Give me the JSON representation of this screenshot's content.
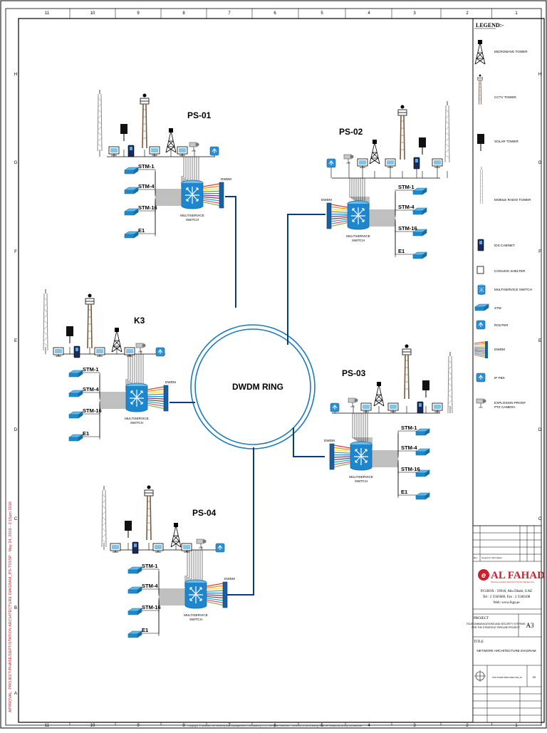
{
  "ring": {
    "label": "DWDM RING"
  },
  "sites": [
    {
      "id": "ps01",
      "name": "PS-01"
    },
    {
      "id": "ps02",
      "name": "PS-02"
    },
    {
      "id": "k3",
      "name": "K3"
    },
    {
      "id": "ps03",
      "name": "PS-03"
    },
    {
      "id": "ps04",
      "name": "PS-04"
    }
  ],
  "site_labels": {
    "stm1": "STM-1",
    "stm4": "STM-4",
    "stm16": "STM-16",
    "e1": "E1",
    "dwdm": "DWDM",
    "switch_line1": "MULTISERVICE",
    "switch_line2": "SWITCH"
  },
  "border": {
    "columns": [
      "11",
      "10",
      "9",
      "8",
      "7",
      "6",
      "5",
      "4",
      "3",
      "2",
      "1"
    ],
    "rows": [
      "H",
      "G",
      "F",
      "E",
      "D",
      "C",
      "B",
      "A"
    ]
  },
  "legend": {
    "title": "LEGEND:-",
    "items": [
      {
        "label": "MICROWAVE TOWER",
        "icon": "microwave-tower"
      },
      {
        "label": "CCTV TOWER",
        "icon": "cctv-tower"
      },
      {
        "label": "SOLAR TOWER",
        "icon": "solar-tower"
      },
      {
        "label": "MOBILE RADIO TOWER",
        "icon": "mobile-radio-tower"
      },
      {
        "label": "IDS CABINET",
        "icon": "ids-cabinet"
      },
      {
        "label": "COOLING SHELTER",
        "icon": "cooling-shelter"
      },
      {
        "label": "MULTISERVICE SWITCH",
        "icon": "multiservice-switch"
      },
      {
        "label": "STM",
        "icon": "stm"
      },
      {
        "label": "ROUTER",
        "icon": "router"
      },
      {
        "label": "DWDM",
        "icon": "dwdm"
      },
      {
        "label": "IP PBX",
        "icon": "ip-pbx"
      },
      {
        "label": "EXPLOSION PROOF",
        "label2": "PTZ CAMERA",
        "icon": "ptz-camera"
      }
    ]
  },
  "title_block": {
    "rev_label": "Rev",
    "issued_for": "Issued for Information",
    "company": "AL FAHAD",
    "company_sub": "Telecommunication Network & Security Management",
    "address": "P.O.BOX : 59918, Abu Dhabi, UAE",
    "phone": "Tel : 2 5565600, Fax : 2 5566108",
    "web": "Web: www.fsgs.ae",
    "project_label": "PROJECT",
    "project_line1": "TELECOMMUNICATIONS AND SECURITY SYSTEMS",
    "project_line2": "FOR THE STRATEGIC PIPELINE PROJECT",
    "sheet_size": "A3",
    "title_label": "TITLE",
    "title": "NETWORK ARCHITECTURE DIAGRAM",
    "drawing_no": "PSS-TSSSP-DWG-DWG-NW_00",
    "rev": "00"
  },
  "side_stamp": "APPROVAL: PROJECT/PHASE/DEPT/STATION ARCHITECTURE DIAGRAM_PS-TSSSP  ·  May 24, 2016 - 2:15pm  2016",
  "copyright": "Copyright © Alfahad Cell Security And Management Consultancy L.L.C. All rights reserved. Contents of this drawing must be treated as strictly confidential."
}
